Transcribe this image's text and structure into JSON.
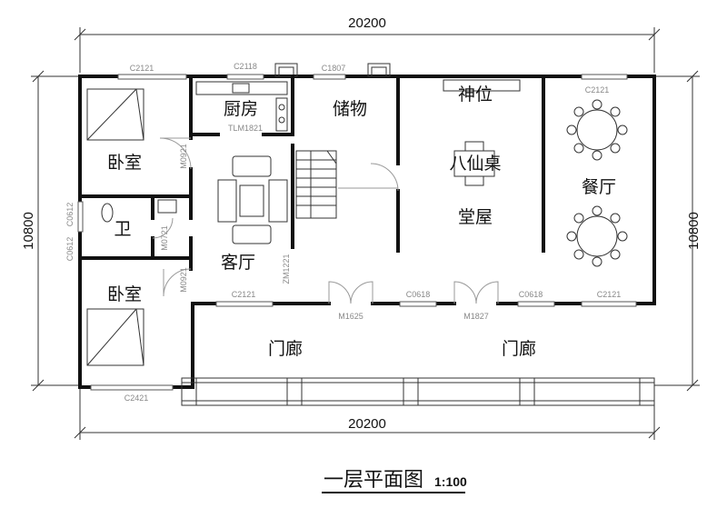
{
  "dimensions": {
    "top_width": "20200",
    "bottom_width": "20200",
    "left_height": "10800",
    "right_height": "10800"
  },
  "rooms": {
    "kitchen": "厨房",
    "storage": "储物",
    "shrine": "神位",
    "bedroom_top": "卧室",
    "ba_xian_table": "八仙桌",
    "dining": "餐厅",
    "hall": "堂屋",
    "bathroom": "卫",
    "living": "客厅",
    "bedroom_bottom": "卧室",
    "porch_left": "门廊",
    "porch_right": "门廊"
  },
  "codes": {
    "w_top_1": "C2121",
    "w_top_2": "C2118",
    "w_top_3": "C1807",
    "w_top_4": "C2121",
    "kitchen_door": "TLM1821",
    "bed_door_1": "M0921",
    "bath_win_1": "C0612",
    "bath_win_2": "C0612",
    "bath_door": "M0721",
    "bed_door_2": "M0921",
    "stair_door": "ZM1221",
    "w_mid_1": "C2121",
    "w_mid_2": "C0618",
    "w_mid_3": "C0618",
    "w_mid_4": "C2121",
    "door_1": "M1625",
    "door_2": "M1827",
    "w_bottom": "C2421"
  },
  "title": "一层平面图",
  "scale": "1:100"
}
